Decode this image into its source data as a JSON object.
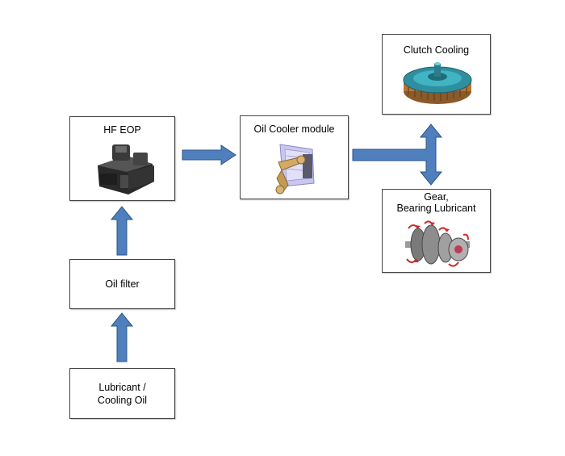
{
  "colors": {
    "arrow_fill": "#4f7fbd",
    "arrow_stroke": "#2e5484",
    "box_border": "#444444"
  },
  "nodes": {
    "source": {
      "label_line1": "Lubricant /",
      "label_line2": "Cooling Oil"
    },
    "filter": {
      "label": "Oil filter"
    },
    "pump": {
      "label": "HF EOP",
      "icon": "pump-icon"
    },
    "cooler": {
      "label": "Oil Cooler module",
      "icon": "oil-cooler-icon"
    },
    "clutch": {
      "label": "Clutch Cooling",
      "icon": "clutch-icon"
    },
    "gear": {
      "label_line1": "Gear,",
      "label_line2": "Bearing Lubricant",
      "icon": "gear-assembly-icon"
    }
  }
}
